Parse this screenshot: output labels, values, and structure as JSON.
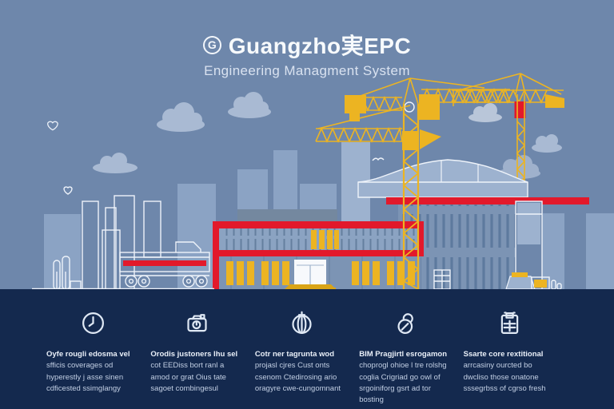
{
  "theme": {
    "sky": "#6e87ab",
    "skyline": "#8ba3c4",
    "skyline2": "#9db2cf",
    "cloud": "#a9bad3",
    "cloud2": "#b9c6d9",
    "outline": "#eef3fa",
    "yellow": "#ecb422",
    "yellow2": "#d9a416",
    "red": "#e2192b",
    "navy": "#14294e",
    "facade": "#7c94b4",
    "facadeline": "#5d7a9e",
    "strip": "#8ba3c2",
    "penthouse": "#74889f",
    "text": "#c2cfe4",
    "textbright": "#e9eff8"
  },
  "header": {
    "logo_letter": "G",
    "title": "Guangzho実EPC",
    "subtitle": "Engineering Managment System"
  },
  "features": [
    {
      "icon": "clock-icon",
      "title": "Oyfe rougli edosma vel",
      "line2": "sfficis coverages od",
      "line3": "hyperestly j asse sinen",
      "line4": "cdficested ssimglangy"
    },
    {
      "icon": "camera-icon",
      "title": "Orodis justoners lhu sel",
      "line2": "cot EEDiss bort ranl a",
      "line3": "amod or grat Oius tate",
      "line4": "sagoet combingesul"
    },
    {
      "icon": "globe-icon",
      "title": "Cotr ner tagrunta wod",
      "line2": "projasl cjres Cust onts",
      "line3": "csenom Ctedirosing ario",
      "line4": "oragyre cwe-cungomnant"
    },
    {
      "icon": "sync-icon",
      "title": "BIM Pragjirtl esrogamon",
      "line2": "choprogl ohioe l tre rolshg",
      "line3": "coglia Crigriad go owl of",
      "line4": "srgoiniforg gsrt ad tor bosting"
    },
    {
      "icon": "checklist-icon",
      "title": "Ssarte core rextitional",
      "line2": "arrcasiny ourcted bo",
      "line3": "dwcliso those onatone",
      "line4": "sssegrbss of cgrso fresh"
    }
  ]
}
